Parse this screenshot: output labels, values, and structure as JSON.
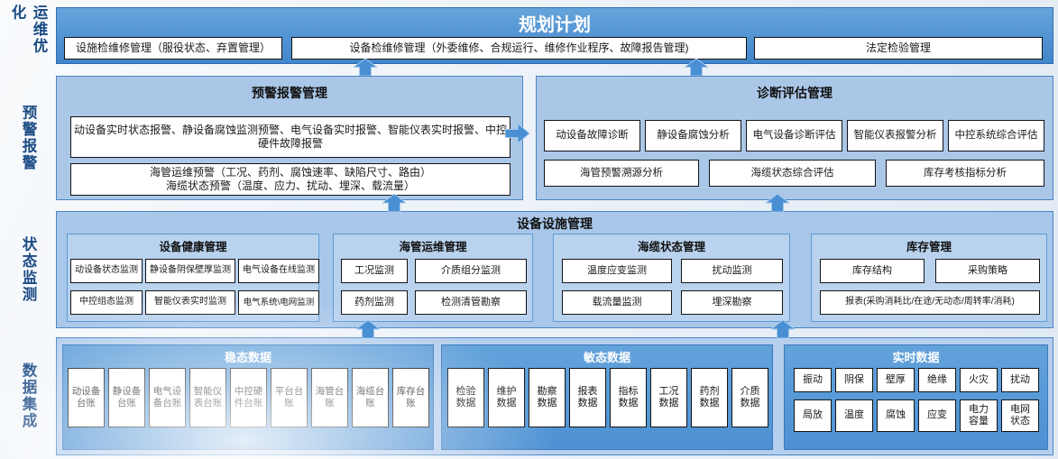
{
  "sidebar": {
    "labels": [
      "运维优化",
      "预警报警",
      "状态监测",
      "数据集成"
    ]
  },
  "planning": {
    "title": "规划计划",
    "boxes": [
      "设施检维修管理（服役状态、弃置管理）",
      "设备检维修管理（外委维修、合规运行、维修作业程序、故障报告管理)",
      "法定检验管理"
    ]
  },
  "alarm": {
    "title": "预警报警管理",
    "realtime_box": "动设备实时状态报警、静设备腐蚀监测预警、电气设备实时报警、智能仪表实时报警、中控硬件故障报警",
    "forecast_box": "海管运维预警（工况、药剂、腐蚀速率、缺陷尺寸、路由）\n海缆状态预警（温度、应力、扰动、埋深、载流量）"
  },
  "diagnosis": {
    "title": "诊断评估管理",
    "row1": [
      "动设备故障诊断",
      "静设备腐蚀分析",
      "电气设备诊断评估",
      "智能仪表报警分析",
      "中控系统综合评估"
    ],
    "row2": [
      "海管预警溯源分析",
      "海缆状态综合评估",
      "库存考核指标分析"
    ]
  },
  "facility": {
    "title": "设备设施管理",
    "groups": [
      {
        "title": "设备健康管理",
        "rows": [
          [
            "动设备状态监测",
            "静设备阴保壁厚监测",
            "电气设备在线监测"
          ],
          [
            "中控组态监测",
            "智能仪表实时监测",
            "电气系统\\电网监测"
          ]
        ]
      },
      {
        "title": "海管运维管理",
        "rows": [
          [
            "工况监测",
            "介质组分监测"
          ],
          [
            "药剂监测",
            "检测清管勘察"
          ]
        ]
      },
      {
        "title": "海缆状态管理",
        "rows": [
          [
            "温度应变监测",
            "扰动监测"
          ],
          [
            "载流量监测",
            "埋深勘察"
          ]
        ]
      },
      {
        "title": "库存管理",
        "rows": [
          [
            "库存结构",
            "采购策略"
          ],
          [
            "报表(采购消耗比/在途/无动态/周转率/消耗)"
          ]
        ]
      }
    ]
  },
  "data_layer": {
    "sections": [
      {
        "title": "稳态数据",
        "items": [
          "动设备\n台账",
          "静设备\n台账",
          "电气设\n备台账",
          "智能仪\n表台账",
          "中控硬\n件台账",
          "平台台\n账",
          "海管台\n账",
          "海缆台\n账",
          "库存台\n账"
        ]
      },
      {
        "title": "敏态数据",
        "items": [
          "检验\n数据",
          "维护\n数据",
          "勘察\n数据",
          "报表\n数据",
          "指标\n数据",
          "工况\n数据",
          "药剂\n数据",
          "介质\n数据"
        ]
      },
      {
        "title": "实时数据",
        "rows": [
          [
            "振动",
            "阴保",
            "壁厚",
            "绝缘",
            "火灾",
            "扰动"
          ],
          [
            "局放",
            "温度",
            "腐蚀",
            "应变",
            "电力\n容量",
            "电网\n状态"
          ]
        ]
      }
    ]
  }
}
